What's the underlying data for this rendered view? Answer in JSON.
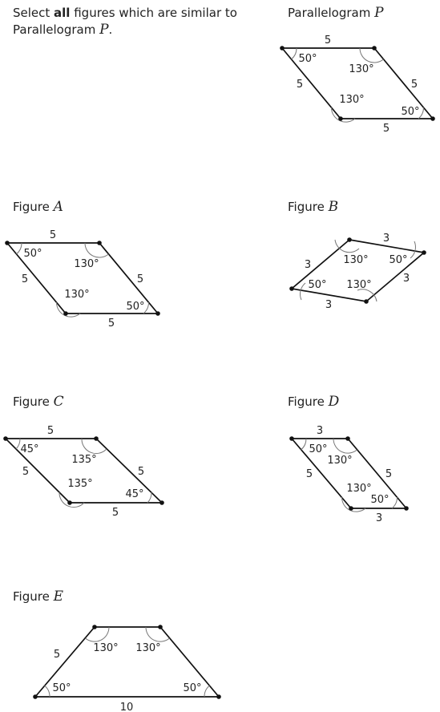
{
  "prompt": {
    "before": "Select ",
    "bold": "all",
    "after": " figures which are similar to Parallelogram ",
    "var": "P",
    "end": "."
  },
  "figures": [
    {
      "id": "P",
      "caption": "Parallelogram ",
      "var": "P",
      "sides": [
        "5",
        "5",
        "5",
        "5"
      ],
      "angles": [
        "50°",
        "130°",
        "130°",
        "50°"
      ]
    },
    {
      "id": "A",
      "caption": "Figure ",
      "var": "A",
      "sides": [
        "5",
        "5",
        "5",
        "5"
      ],
      "angles": [
        "50°",
        "130°",
        "130°",
        "50°"
      ]
    },
    {
      "id": "B",
      "caption": "Figure ",
      "var": "B",
      "sides": [
        "3",
        "3",
        "3",
        "3"
      ],
      "angles": [
        "130°",
        "50°",
        "50°",
        "130°"
      ]
    },
    {
      "id": "C",
      "caption": "Figure ",
      "var": "C",
      "sides": [
        "5",
        "5",
        "5",
        "5"
      ],
      "angles": [
        "45°",
        "135°",
        "135°",
        "45°"
      ]
    },
    {
      "id": "D",
      "caption": "Figure ",
      "var": "D",
      "sides": [
        "3",
        "5",
        "5",
        "3"
      ],
      "angles": [
        "50°",
        "130°",
        "130°",
        "50°"
      ]
    },
    {
      "id": "E",
      "caption": "Figure ",
      "var": "E",
      "sides": [
        "5",
        "10"
      ],
      "angles": [
        "130°",
        "130°",
        "50°",
        "50°"
      ]
    }
  ]
}
